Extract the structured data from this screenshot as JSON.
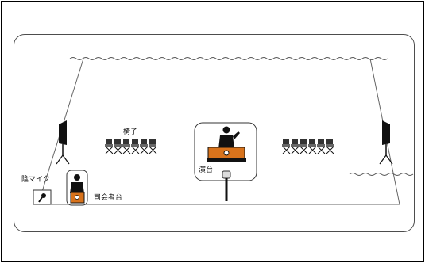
{
  "labels": {
    "chairs": "椅子",
    "podium": "演台",
    "side_mic": "陰マイク",
    "mc_stand": "司会者台"
  },
  "icons": [
    "speaker-icon",
    "folding-chair-icon",
    "speaker-at-podium-icon",
    "stand-microphone-icon",
    "mc-person-icon",
    "handheld-microphone-icon"
  ],
  "colors": {
    "podium": "#d8731c",
    "outline": "#000000",
    "stage_border": "#4d4d4d",
    "curtain": "#444444"
  }
}
